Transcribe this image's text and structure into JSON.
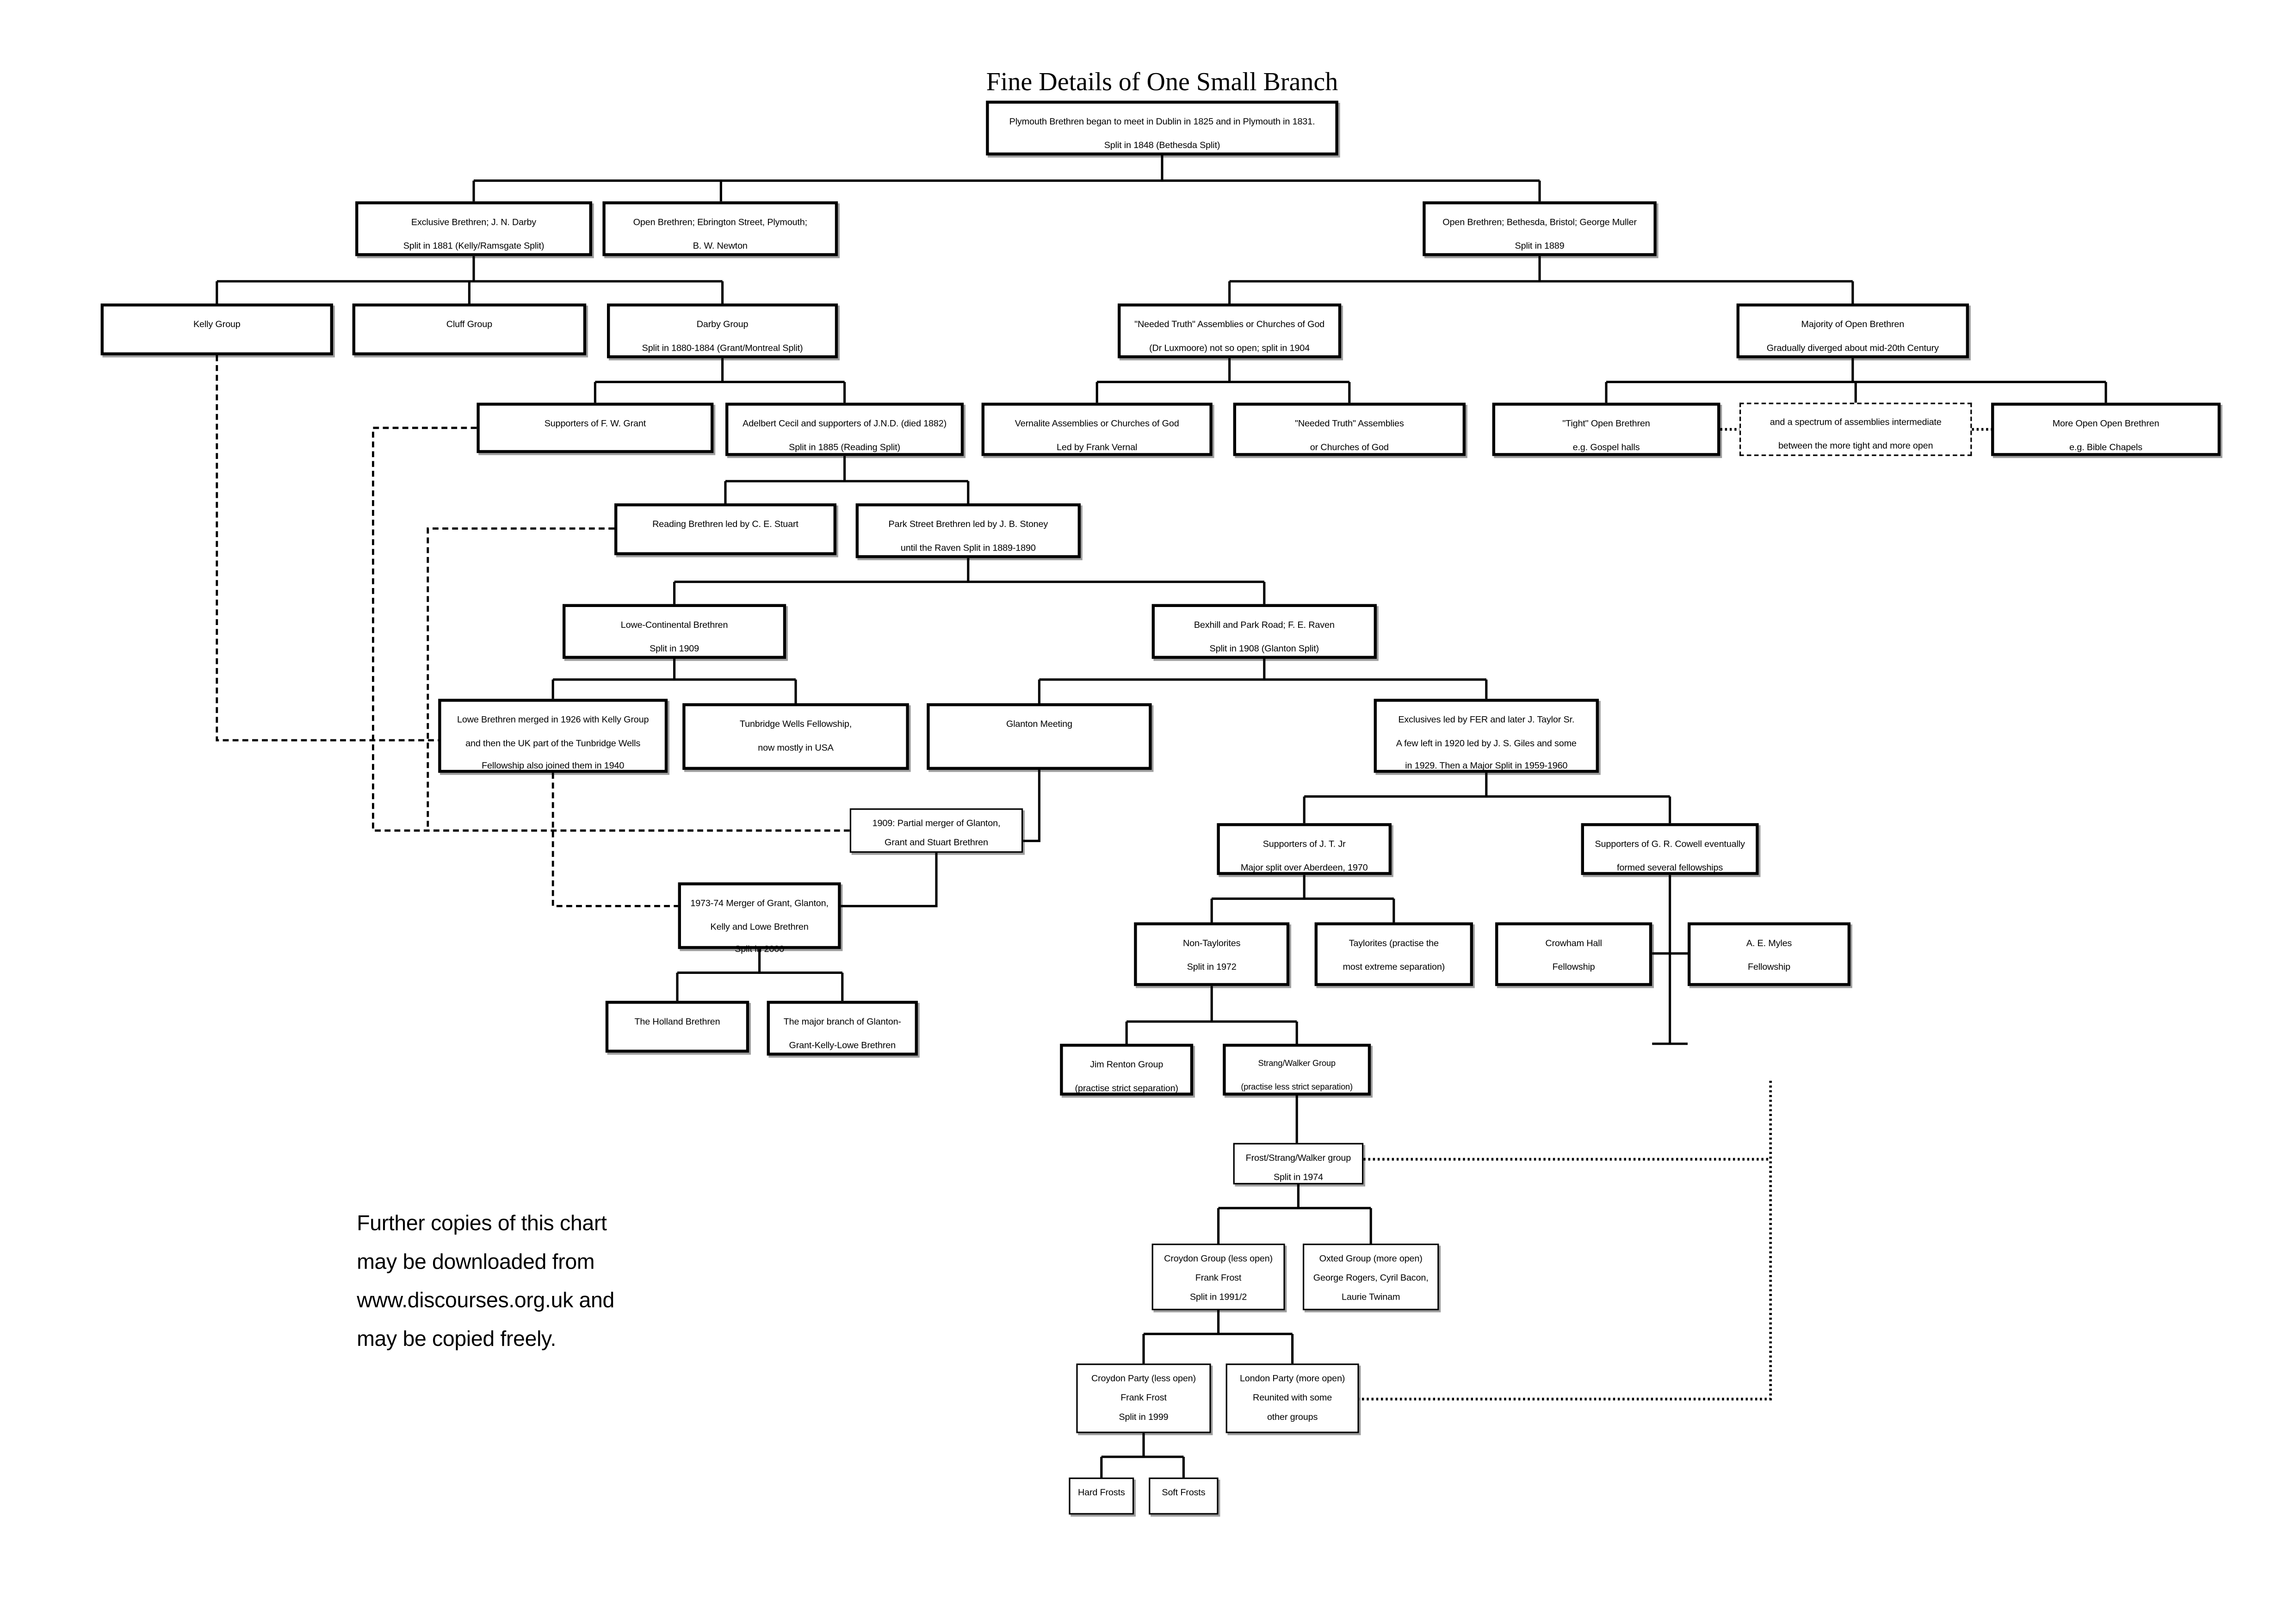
{
  "title": "Fine Details of One Small Branch",
  "footer": {
    "text": "Further copies of this chart\nmay be downloaded from\nwww.discourses.org.uk and\nmay be copied freely."
  },
  "nodes": {
    "plymouth": "Plymouth Brethren began to meet in Dublin in 1825 and in Plymouth in 1831.\nSplit in 1848 (Bethesda Split)",
    "exclusive_darby": "Exclusive Brethren; J. N. Darby\nSplit in 1881 (Kelly/Ramsgate Split)",
    "ebrington": "Open Brethren; Ebrington Street, Plymouth;\nB. W. Newton",
    "bethesda": "Open Brethren; Bethesda, Bristol; George Muller\nSplit in 1889",
    "kelly": "Kelly Group",
    "cluff": "Cluff Group",
    "darby_group": "Darby Group\nSplit in 1880-1884 (Grant/Montreal Split)",
    "needed_truth": "\"Needed Truth\" Assemblies or Churches of God\n(Dr Luxmoore)  not so open; split in 1904",
    "majority_open": "Majority of Open Brethren\nGradually diverged about mid-20th Century",
    "grant": "Supporters of F. W. Grant",
    "adelbert": "Adelbert Cecil and supporters of J.N.D. (died 1882)\nSplit in 1885 (Reading Split)",
    "vernalite": "Vernalite Assemblies or Churches of God\nLed by Frank Vernal",
    "nt_assemblies": "\"Needed Truth\" Assemblies\nor Churches of God",
    "tight_open": "\"Tight\" Open Brethren\ne.g. Gospel halls",
    "spectrum": "and a spectrum of assemblies intermediate\nbetween the more tight and more open",
    "more_open": "More Open Open Brethren\ne.g. Bible Chapels",
    "reading": "Reading Brethren led by C. E. Stuart",
    "park_street": "Park Street Brethren led by J. B. Stoney\nuntil the Raven Split in 1889-1890",
    "lowe_continental": "Lowe-Continental Brethren\nSplit in 1909",
    "bexhill": "Bexhill and Park Road; F. E. Raven\nSplit in 1908 (Glanton Split)",
    "lowe_merged": "Lowe Brethren merged in 1926 with Kelly Group\nand then the UK part of the Tunbridge Wells\nFellowship also joined them in 1940",
    "tunbridge": "Tunbridge Wells Fellowship,\nnow mostly in USA",
    "glanton": "Glanton Meeting",
    "fer": "Exclusives led by FER and later J. Taylor Sr.\nA few left in 1920 led by J. S. Giles and some\nin 1929. Then a Major Split in 1959-1960",
    "partial_1909": "1909: Partial merger of Glanton,\nGrant and Stuart Brethren",
    "jt_jr": "Supporters of J. T. Jr\nMajor split over Aberdeen, 1970",
    "cowell": "Supporters of G. R. Cowell eventually\nformed several fellowships",
    "merger_7374": "1973-74 Merger of Grant, Glanton,\nKelly and Lowe Brethren\nSplit in 2000",
    "non_taylorites": "Non-Taylorites\nSplit in 1972",
    "taylorites": "Taylorites (practise the\nmost extreme separation)",
    "crowham": "Crowham Hall\nFellowship",
    "myles": "A. E. Myles\nFellowship",
    "holland": "The Holland Brethren",
    "major_branch": "The major branch of Glanton-\nGrant-Kelly-Lowe Brethren",
    "jim_renton": "Jim Renton Group\n(practise strict separation)",
    "strang_walker": "Strang/Walker Group\n(practise less strict separation)",
    "fsw": "Frost/Strang/Walker group\nSplit in 1974",
    "croydon_group": "Croydon Group (less open)\nFrank Frost\nSplit in 1991/2",
    "oxted": "Oxted Group (more open)\nGeorge Rogers, Cyril Bacon,\nLaurie Twinam",
    "croydon_party": "Croydon Party (less open)\nFrank Frost\nSplit in 1999",
    "london_party": "London Party (more open)\nReunited with some\nother groups",
    "hard_frosts": "Hard Frosts",
    "soft_frosts": "Soft Frosts"
  }
}
